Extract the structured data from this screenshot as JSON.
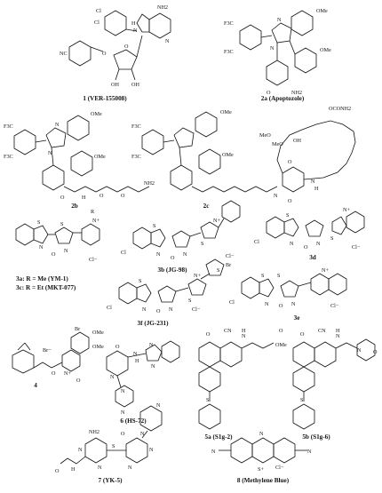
{
  "compounds": [
    {
      "id": "c1",
      "label": "1 (VER-155008)",
      "atoms": [
        "Cl",
        "Cl",
        "NH2",
        "N",
        "H",
        "NC",
        "O",
        "O",
        "OH",
        "OH",
        "N"
      ]
    },
    {
      "id": "c2a",
      "label": "2a (Apoptozole)",
      "atoms": [
        "F3C",
        "F3C",
        "OMe",
        "OMe",
        "N",
        "N",
        "O",
        "NH2"
      ]
    },
    {
      "id": "c2b",
      "label": "2b",
      "atoms": [
        "F3C",
        "F3C",
        "OMe",
        "OMe",
        "N",
        "N",
        "O",
        "H",
        "O",
        "O",
        "NH2"
      ]
    },
    {
      "id": "c2c",
      "label": "2c",
      "atoms": [
        "F3C",
        "F3C",
        "OMe",
        "OMe",
        "OCONH2",
        "MeO",
        "MeO",
        "OH",
        "O",
        "O",
        "N",
        "H",
        "N"
      ]
    },
    {
      "id": "c3a",
      "label": "3a: R = Me (YM-1)",
      "atoms": [
        "S",
        "N",
        "R",
        "N+",
        "O",
        "S",
        "N",
        "Cl−"
      ]
    },
    {
      "id": "c3c",
      "label": "3c: R = Et (MKT-077)"
    },
    {
      "id": "c3b",
      "label": "3b (JG-98)",
      "atoms": [
        "S",
        "N",
        "O",
        "N",
        "S",
        "N+",
        "Cl",
        "Cl−"
      ]
    },
    {
      "id": "c3d",
      "label": "3d",
      "atoms": [
        "S",
        "N",
        "Cl",
        "O",
        "N",
        "S",
        "N+",
        "Cl−"
      ]
    },
    {
      "id": "c3e",
      "label": "3e",
      "atoms": [
        "S",
        "N",
        "Cl",
        "O",
        "N",
        "S",
        "N+",
        "Cl−"
      ]
    },
    {
      "id": "c3f",
      "label": "3f (JG-231)",
      "atoms": [
        "S",
        "N",
        "Cl",
        "O",
        "N",
        "S",
        "N+",
        "S",
        "Br",
        "Cl−"
      ]
    },
    {
      "id": "c4",
      "label": "4",
      "atoms": [
        "Br−",
        "Br",
        "OMe",
        "OMe",
        "O",
        "N+",
        "O"
      ]
    },
    {
      "id": "c5a",
      "label": "5a (S1g-2)",
      "atoms": [
        "O",
        "CN",
        "N",
        "H",
        "O",
        "OMe",
        "S"
      ]
    },
    {
      "id": "c5b",
      "label": "5b (S1g-6)",
      "atoms": [
        "O",
        "CN",
        "N",
        "H",
        "N",
        "O",
        "S"
      ]
    },
    {
      "id": "c6",
      "label": "6 (HS-72)",
      "atoms": [
        "O",
        "N",
        "N",
        "N",
        "H",
        "N",
        "N",
        "N"
      ]
    },
    {
      "id": "c7",
      "label": "7 (YK-5)",
      "atoms": [
        "NH2",
        "N",
        "N",
        "S",
        "O",
        "N",
        "N",
        "N",
        "N",
        "O",
        "H"
      ]
    },
    {
      "id": "c8",
      "label": "8 (Methylene Blue)",
      "atoms": [
        "N",
        "N",
        "S+",
        "N",
        "Cl−"
      ]
    }
  ]
}
